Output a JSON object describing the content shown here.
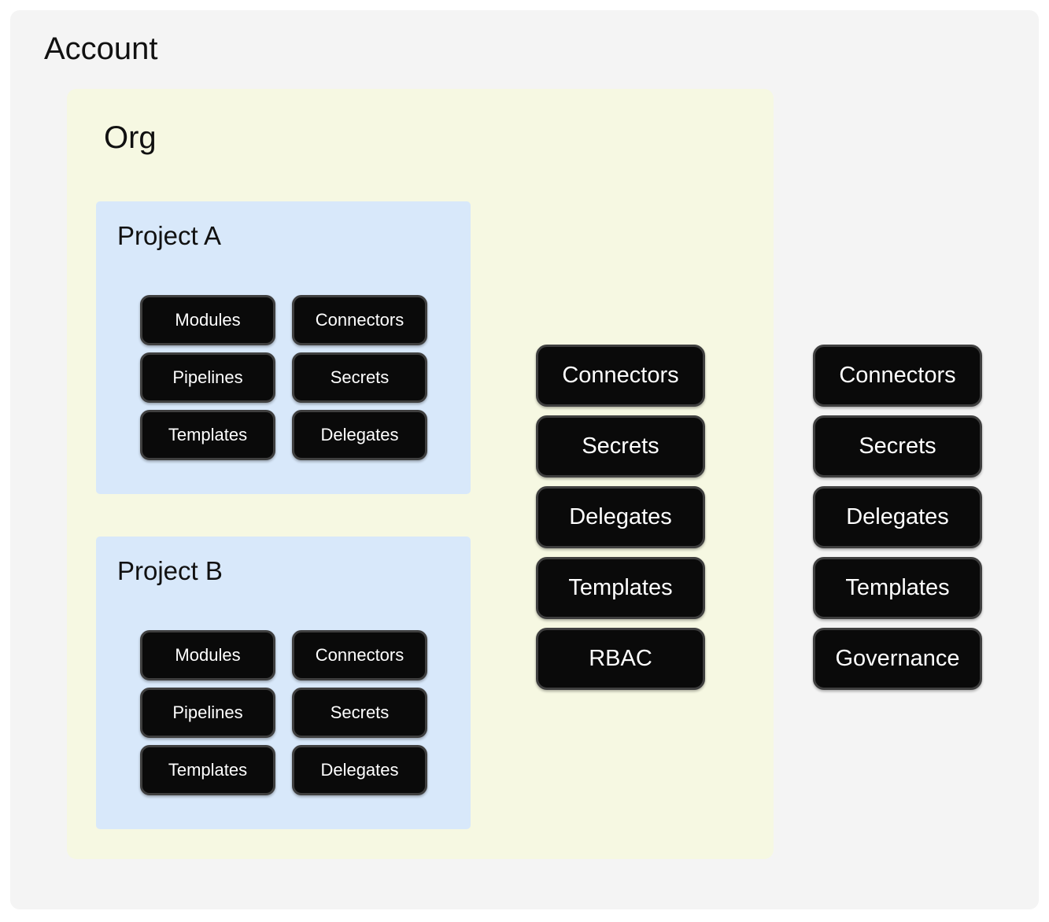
{
  "account": {
    "label": "Account",
    "items": [
      "Connectors",
      "Secrets",
      "Delegates",
      "Templates",
      "Governance"
    ]
  },
  "org": {
    "label": "Org",
    "items": [
      "Connectors",
      "Secrets",
      "Delegates",
      "Templates",
      "RBAC"
    ],
    "projects": [
      {
        "label": "Project A",
        "items": [
          "Modules",
          "Connectors",
          "Pipelines",
          "Secrets",
          "Templates",
          "Delegates"
        ]
      },
      {
        "label": "Project B",
        "items": [
          "Modules",
          "Connectors",
          "Pipelines",
          "Secrets",
          "Templates",
          "Delegates"
        ]
      }
    ]
  },
  "colors": {
    "account_bg": "#f4f4f4",
    "org_bg": "#f6f8e2",
    "project_bg": "#d8e8fa",
    "pill_bg": "#0a0a0a",
    "pill_border": "#3f3f3f",
    "pill_text": "#ffffff"
  }
}
